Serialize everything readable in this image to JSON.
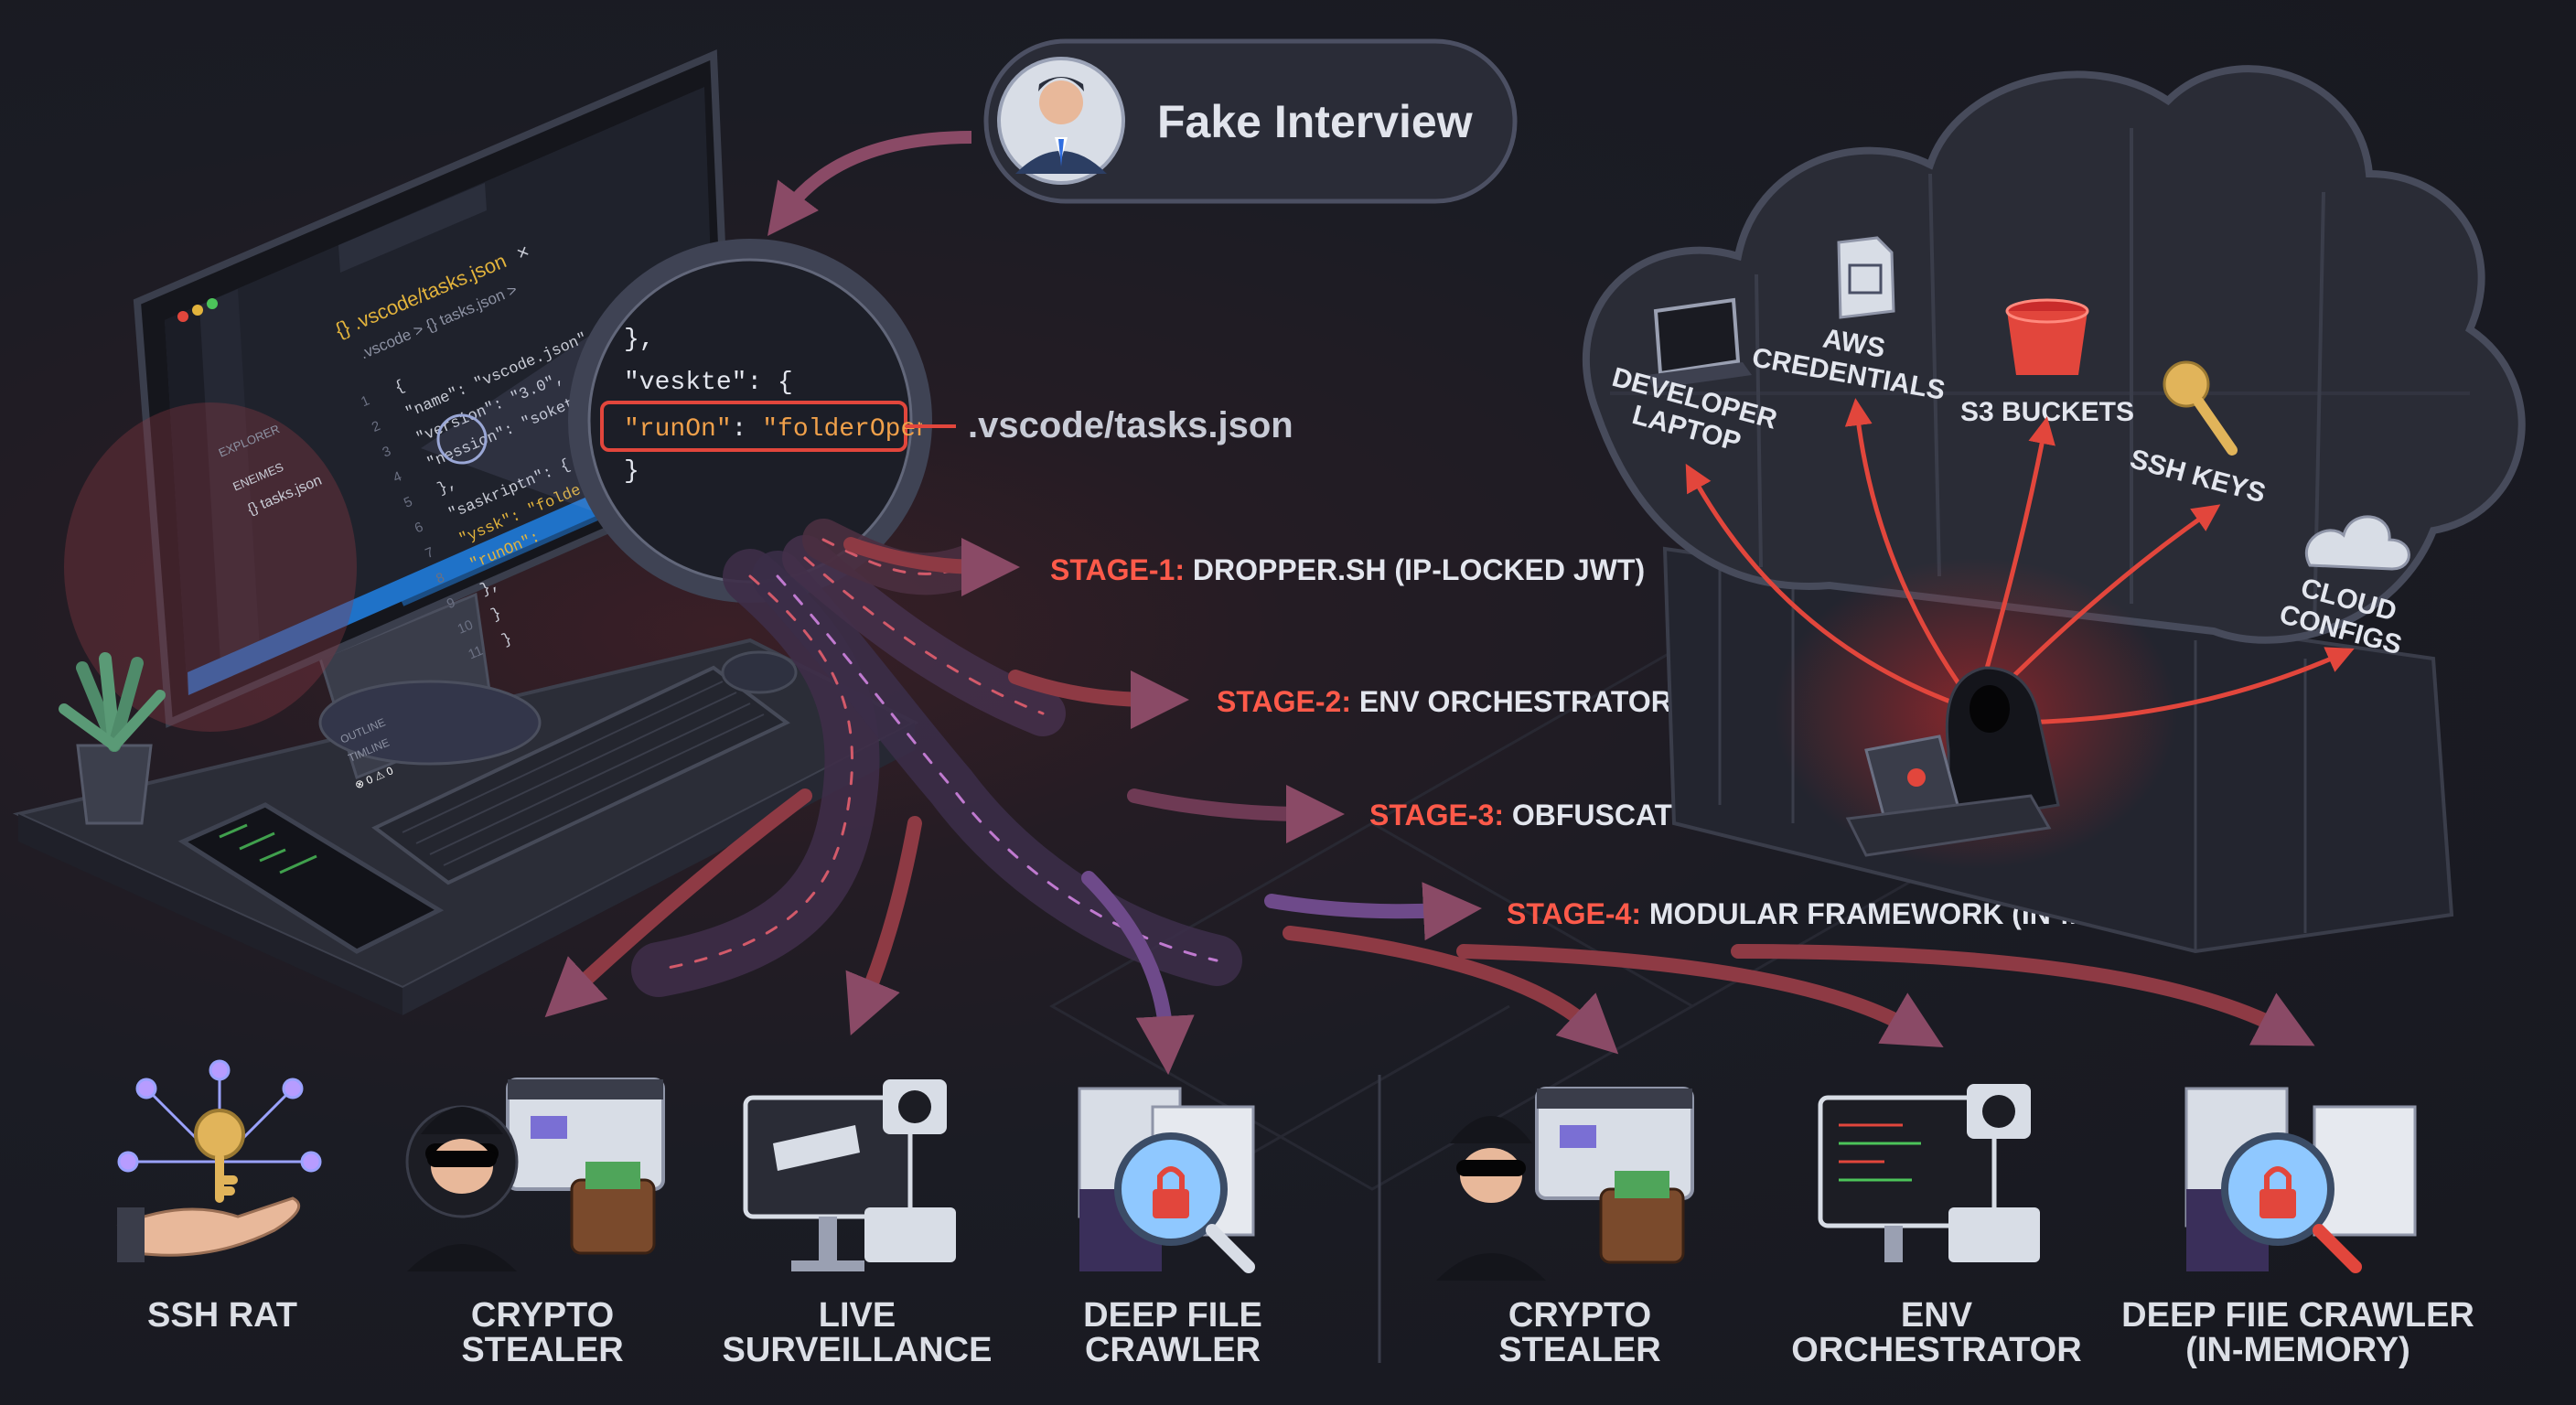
{
  "header": {
    "pill_label": "Fake Interview",
    "icon": "person-avatar-icon"
  },
  "editor": {
    "tab_title": "{} .vscode/tasks.json",
    "tab_close": "×",
    "breadcrumb": ".vscode > {} tasks.json >",
    "sidebar_explorer": "EXPLORER",
    "sidebar_section": "ENEIMES",
    "sidebar_file": "{} tasks.json",
    "sidebar_outline": "OUTLINE",
    "sidebar_timeline": "TIMLINE",
    "status_bar": "⊗ 0 ⚠ 0",
    "line_numbers": [
      "1",
      "2",
      "3",
      "4",
      "5",
      "6",
      "7",
      "8",
      "9",
      "10",
      "11"
    ],
    "code_lines": [
      "{",
      "  \"name\": \"vscode.json\",",
      "  \"version\": \"3.0\",",
      "  \"nession\": \"soketter+enofsscbolon\"",
      "},",
      "  \"saskriptn\": {",
      "    \"yssk\": \"folderOpen\"",
      "    \"runOn\":",
      "  },",
      "}",
      "}"
    ]
  },
  "magnifier": {
    "line1": "},",
    "line2": "\"veskte\": {",
    "highlight_key": "\"runOn\"",
    "highlight_sep": ": ",
    "highlight_value": "\"folderOpen\"",
    "line4": "}",
    "callout_label": ".vscode/tasks.json"
  },
  "stages": [
    {
      "prefix": "STAGE-1:",
      "text": " DROPPER.SH (IP-LOCKED JWT)"
    },
    {
      "prefix": "STAGE-2:",
      "text": " ENV ORCHESTRATOR"
    },
    {
      "prefix": "STAGE-3:",
      "text": " OBFUSCATED JS"
    },
    {
      "prefix": "STAGE-4:",
      "text": " MODULAR FRAMEWORK (IN-MEMORY)"
    }
  ],
  "cloud": {
    "targets": [
      {
        "label_lines": [
          "DEVELOPER",
          "LAPTOP"
        ],
        "icon": "laptop-icon"
      },
      {
        "label_lines": [
          "AWS",
          "CREDENTIALS"
        ],
        "icon": "document-icon"
      },
      {
        "label_lines": [
          "S3 BUCKETS"
        ],
        "icon": "bucket-icon"
      },
      {
        "label_lines": [
          "SSH KEYS"
        ],
        "icon": "key-icon"
      },
      {
        "label_lines": [
          "CLOUD",
          "CONFIGS"
        ],
        "icon": "cloud-icon"
      }
    ],
    "attacker_icon": "hooded-hacker-icon"
  },
  "payloads": [
    {
      "line1": "SSH RAT",
      "line2": "",
      "icon": "ssh-rat-icon"
    },
    {
      "line1": "CRYPTO",
      "line2": "STEALER",
      "icon": "crypto-stealer-icon"
    },
    {
      "line1": "LIVE",
      "line2": "SURVEILLANCE",
      "icon": "surveillance-icon"
    },
    {
      "line1": "DEEP FILE",
      "line2": "CRAWLER",
      "icon": "file-crawler-icon"
    },
    {
      "line1": "CRYPTO",
      "line2": "STEALER",
      "icon": "crypto-stealer-icon"
    },
    {
      "line1": "ENV",
      "line2": "ORCHESTRATOR",
      "icon": "env-orchestrator-icon"
    },
    {
      "line1": "DEEP FIIE CRAWLER",
      "line2": "(IN-MEMORY)",
      "icon": "file-crawler-icon"
    }
  ],
  "colors": {
    "background": "#1b1c24",
    "accent_red": "#e2463c",
    "stage_prefix": "#ff5a4a",
    "label_light": "#dcdfe6",
    "stream_purple": "#7c5a9c",
    "stream_red": "#8e3a44"
  }
}
